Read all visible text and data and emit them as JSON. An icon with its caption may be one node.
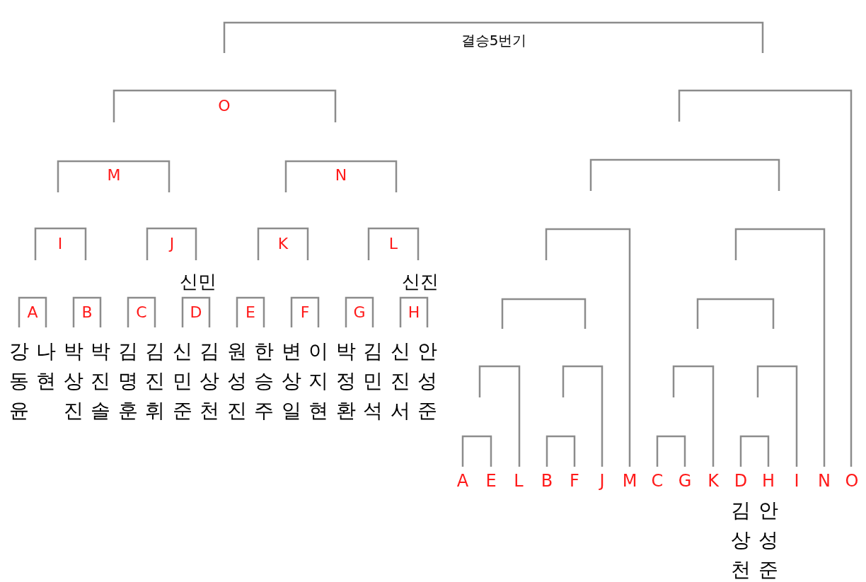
{
  "diagram": {
    "labels": [
      "결승5번기",
      "O",
      "M",
      "N",
      "I",
      "J",
      "K",
      "L",
      "신민",
      "신진",
      "A",
      "B",
      "C",
      "D",
      "E",
      "F",
      "G",
      "H",
      "강동윤",
      "나현",
      "박상진",
      "박진솔",
      "김명훈",
      "김진휘",
      "신민준",
      "김상천",
      "원성진",
      "한승주",
      "변상일",
      "이지현",
      "박정환",
      "김민석",
      "신진서",
      "안성준",
      "A",
      "E",
      "L",
      "B",
      "F",
      "J",
      "M",
      "C",
      "G",
      "K",
      "D",
      "H",
      "I",
      "N",
      "O",
      "김상천",
      "안성준"
    ]
  }
}
